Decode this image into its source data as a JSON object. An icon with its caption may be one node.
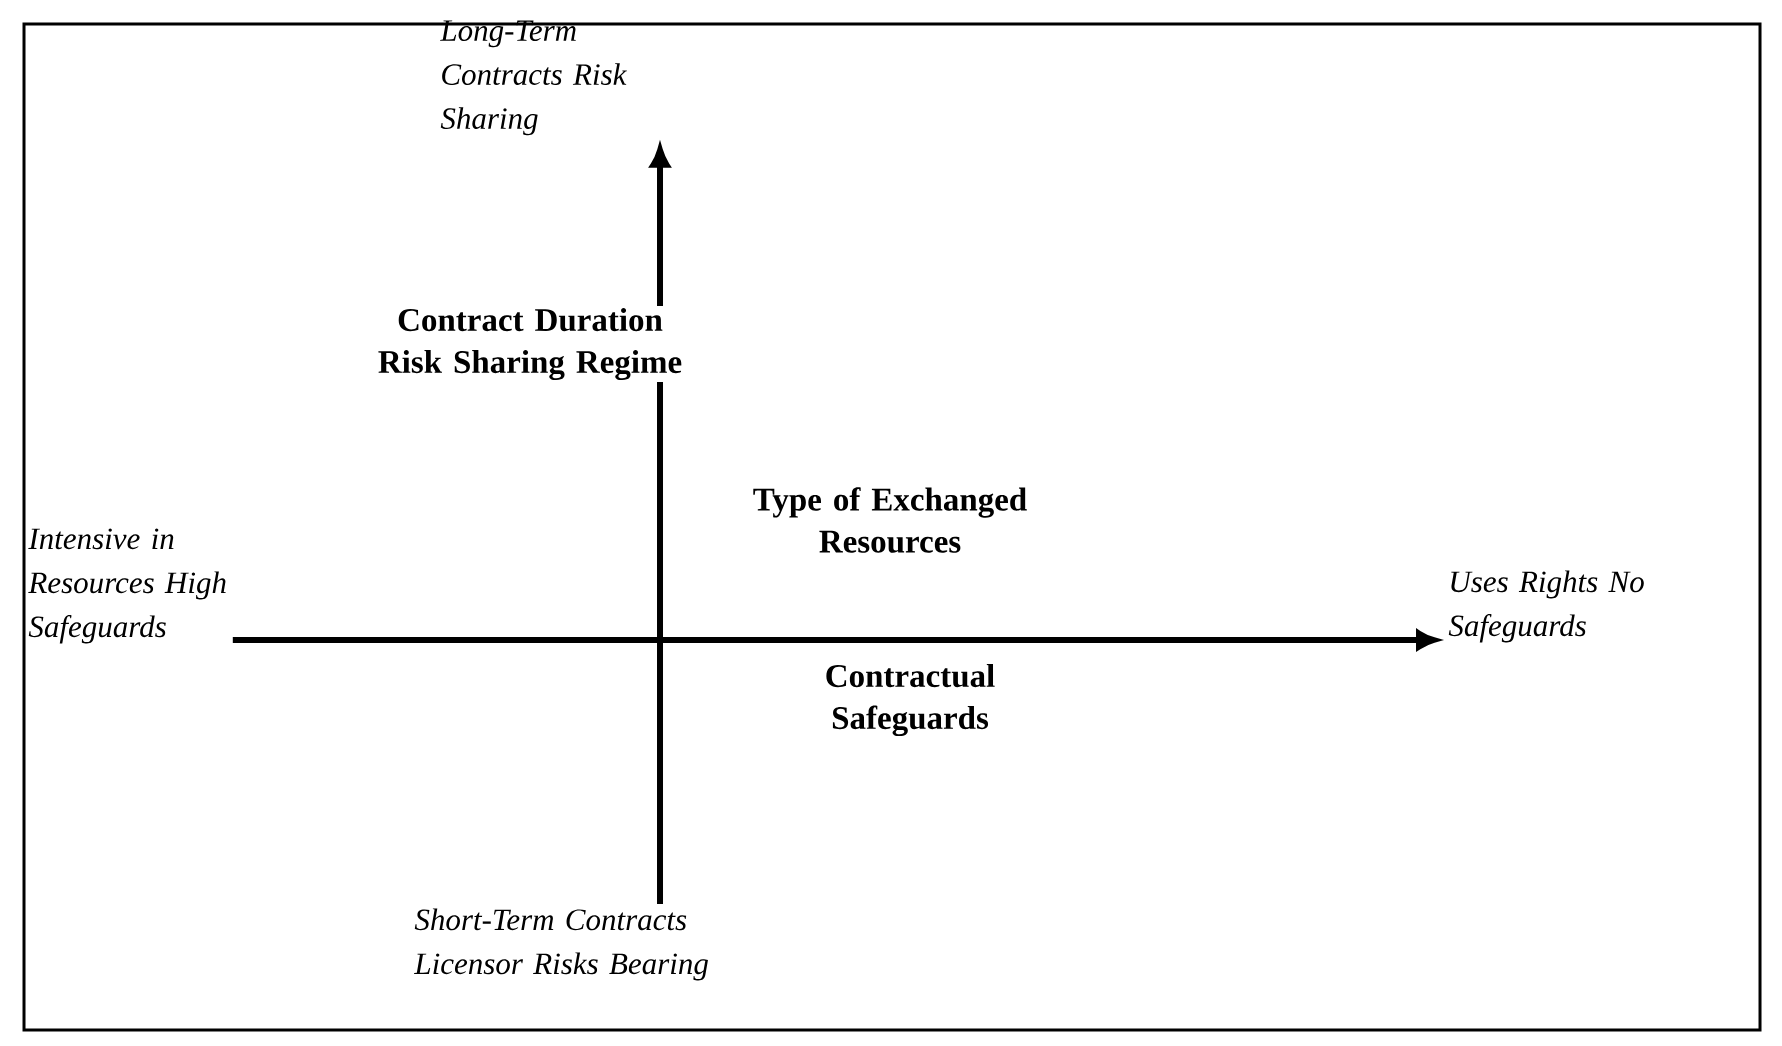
{
  "diagram": {
    "nodes": [
      {
        "text": [
          "Long-Term Contracts Risk Sharing"
        ]
      },
      {
        "text": [
          "Short-Term Contracts Licensor Risks Bearing"
        ]
      },
      {
        "text": [
          "Intensive in Resources High Safeguards"
        ]
      },
      {
        "text": [
          "Uses Rights No Safeguards"
        ]
      }
    ],
    "edges": [
      {
        "from": 2,
        "to": 3,
        "arrow": "to"
      },
      {
        "from": 1,
        "to": 0,
        "arrow": "to"
      }
    ],
    "labels": [
      "Contract Duration Risk Sharing Regime",
      "Type of Exchanged Resources",
      "Contractual Safeguards"
    ]
  }
}
